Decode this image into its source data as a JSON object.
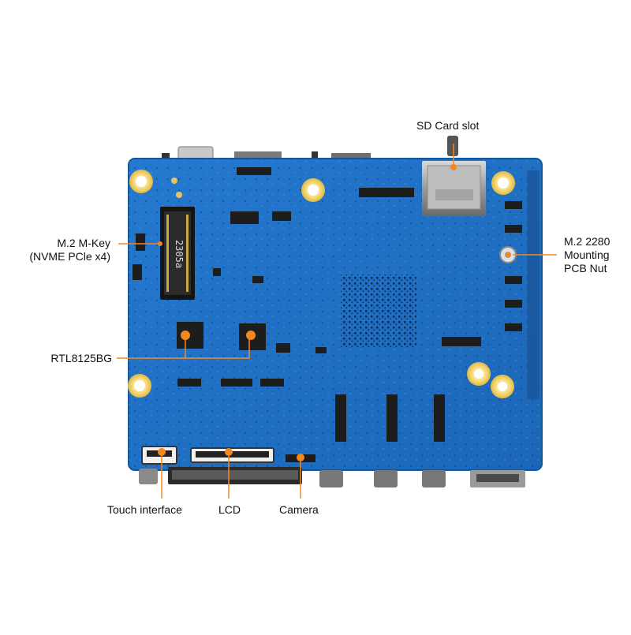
{
  "colors": {
    "board_blue": "#1f6fc4",
    "board_edge": "#1a5fa8",
    "gold": "#f2d26a",
    "callout_orange": "#f5871f",
    "chip_black": "#1d1d1d"
  },
  "board_marking": "2305a",
  "callouts": {
    "sd_card_slot": "SD Card slot",
    "m2_mkey_line1": "M.2 M-Key",
    "m2_mkey_line2": "(NVME PCle x4)",
    "m2_nut_line1": "M.2 2280",
    "m2_nut_line2": "Mounting",
    "m2_nut_line3": "PCB Nut",
    "rtl": "RTL8125BG",
    "touch": "Touch interface",
    "lcd": "LCD",
    "camera": "Camera"
  }
}
